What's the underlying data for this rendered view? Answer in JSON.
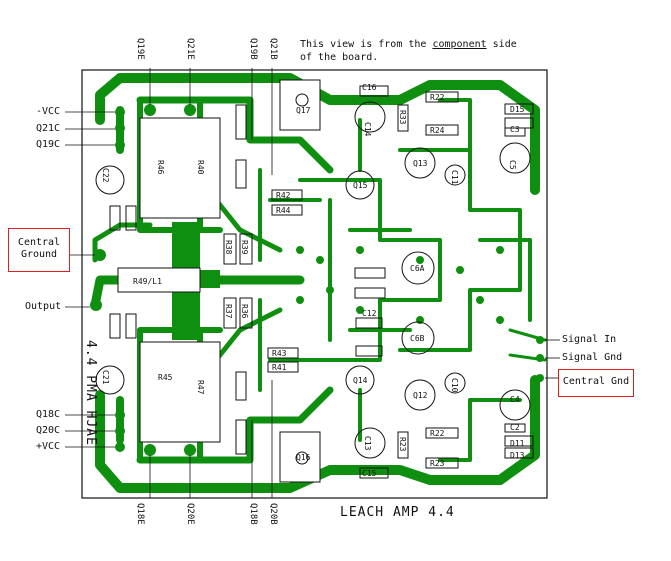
{
  "note": {
    "line1_pre": "This view is from the ",
    "line1_emph": "component",
    "line1_post": " side",
    "line2": "of the board."
  },
  "title": "LEACH AMP 4.4",
  "mirror_text": "4.4 PMA HJAE",
  "left_labels": {
    "neg_vcc": "-VCC",
    "q21c": "Q21C",
    "q19c": "Q19C",
    "central_ground": "Central Ground",
    "output": "Output",
    "q18c": "Q18C",
    "q20c": "Q20C",
    "pos_vcc": "+VCC"
  },
  "right_labels": {
    "signal_in": "Signal In",
    "signal_gnd": "Signal Gnd",
    "central_gnd": "Central Gnd"
  },
  "top_labels": [
    "Q19E",
    "Q21E",
    "Q19B",
    "Q21B"
  ],
  "bottom_labels": [
    "Q18E",
    "Q20E",
    "Q18B",
    "Q20B"
  ],
  "components": [
    "Q17",
    "C16",
    "R22",
    "D15",
    "C14",
    "R33",
    "R24",
    "C3",
    "R42",
    "R44",
    "Q13",
    "C5",
    "C11",
    "R46",
    "R40",
    "C22",
    "R38",
    "R39",
    "R49/L1",
    "R37",
    "R36",
    "C6A",
    "C6B",
    "C12",
    "Q14",
    "Q12",
    "R43",
    "R41",
    "R45",
    "R47",
    "C21",
    "Q16",
    "C13",
    "C15",
    "R23",
    "C4",
    "C2",
    "D11",
    "D13",
    "C10"
  ],
  "colors": {
    "trace": "#0f8f0f",
    "silk": "#111111",
    "callout": "#e02020",
    "board": "#ffffff"
  }
}
